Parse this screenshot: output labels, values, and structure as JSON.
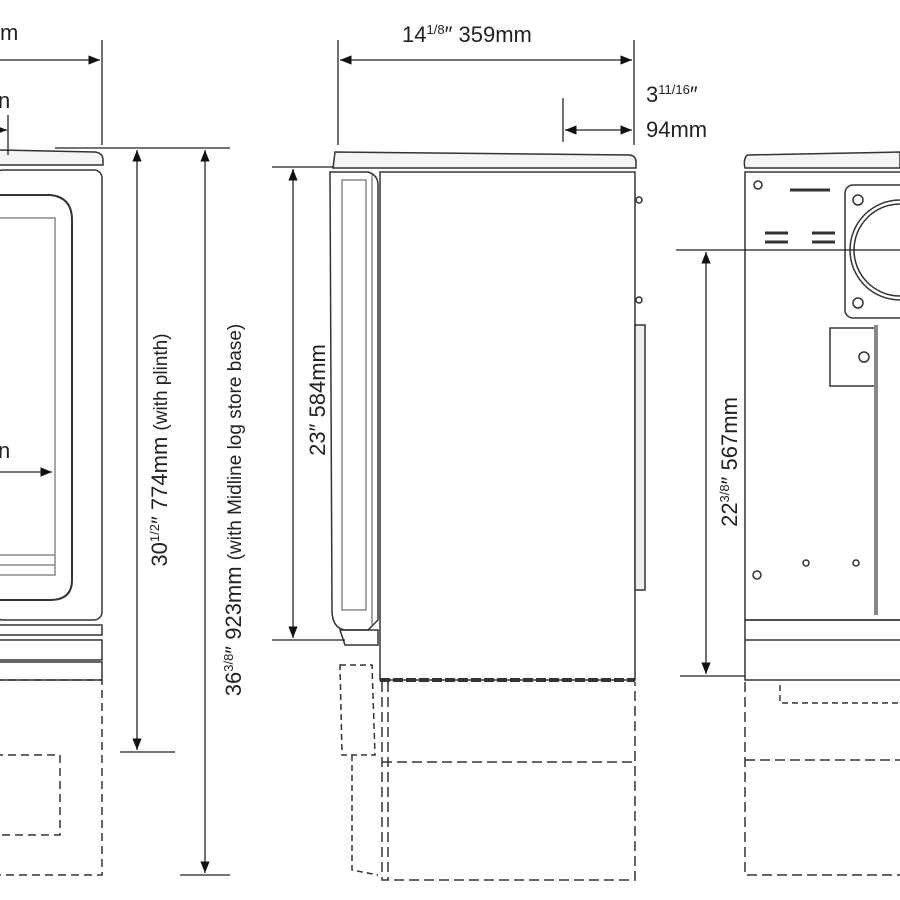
{
  "dimensions": {
    "left_width_fragment": "m",
    "left_small_fragment": "n",
    "left_depth_fragment": "n",
    "width": {
      "whole": "14",
      "fraction": "1/8",
      "inch": "″",
      "metric": "359mm"
    },
    "flue_offset": {
      "whole": "3",
      "fraction": "11/16",
      "inch": "″",
      "metric": "94mm"
    },
    "height_plinth": {
      "whole": "30",
      "fraction": "1/2",
      "inch": "″",
      "metric": "774mm",
      "note": "(with plinth)"
    },
    "height_logstore": {
      "whole": "36",
      "fraction": "3/8",
      "inch": "″",
      "metric": "923mm",
      "note": "(with Midline log store base)"
    },
    "body_height": {
      "whole": "23",
      "inch": "″",
      "metric": "584mm"
    },
    "flue_height": {
      "whole": "22",
      "fraction": "3/8",
      "inch": "″",
      "metric": "567mm"
    }
  },
  "colors": {
    "line": "#222222",
    "grey": "#888888"
  }
}
